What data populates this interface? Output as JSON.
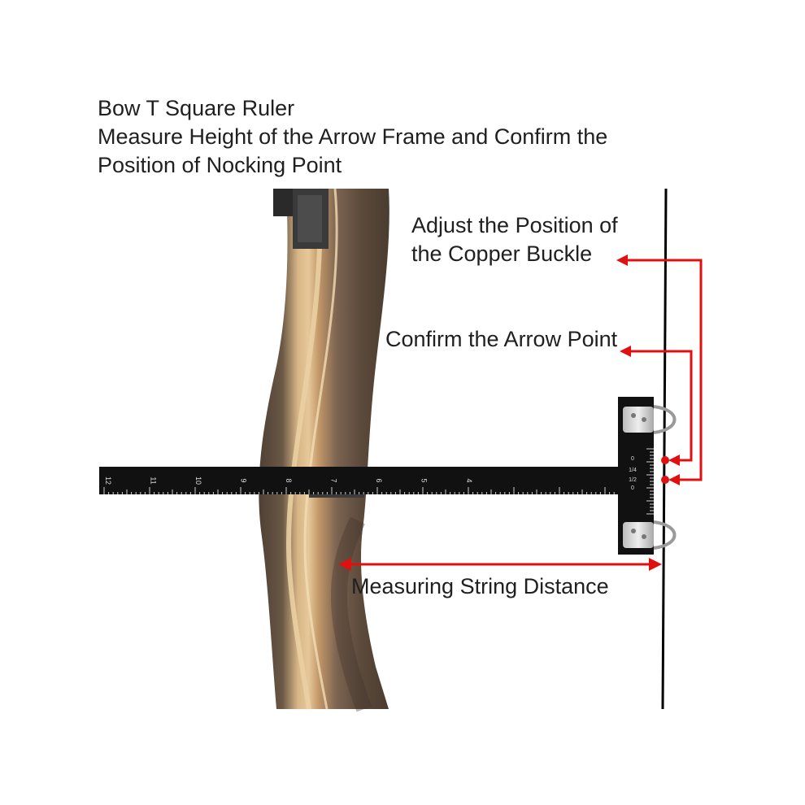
{
  "heading": {
    "line1": "Bow T Square Ruler",
    "line2": "Measure Height of the Arrow Frame and Confirm the",
    "line3": "Position of Nocking Point"
  },
  "callouts": {
    "copper_buckle_line1": "Adjust the Position of",
    "copper_buckle_line2": "the Copper Buckle",
    "arrow_point": "Confirm the Arrow Point",
    "string_distance": "Measuring String Distance"
  },
  "ruler": {
    "inch_marks": [
      "12",
      "11",
      "10",
      "9",
      "8",
      "7",
      "6",
      "5",
      "4"
    ],
    "head_marks": [
      "0",
      "1/4",
      "1/2",
      "0"
    ]
  },
  "colors": {
    "arrow_red": "#e01010",
    "ruler_black": "#111111",
    "string_black": "#000000",
    "wood_dark": "#5a4a3c",
    "wood_light": "#c9a77a"
  }
}
